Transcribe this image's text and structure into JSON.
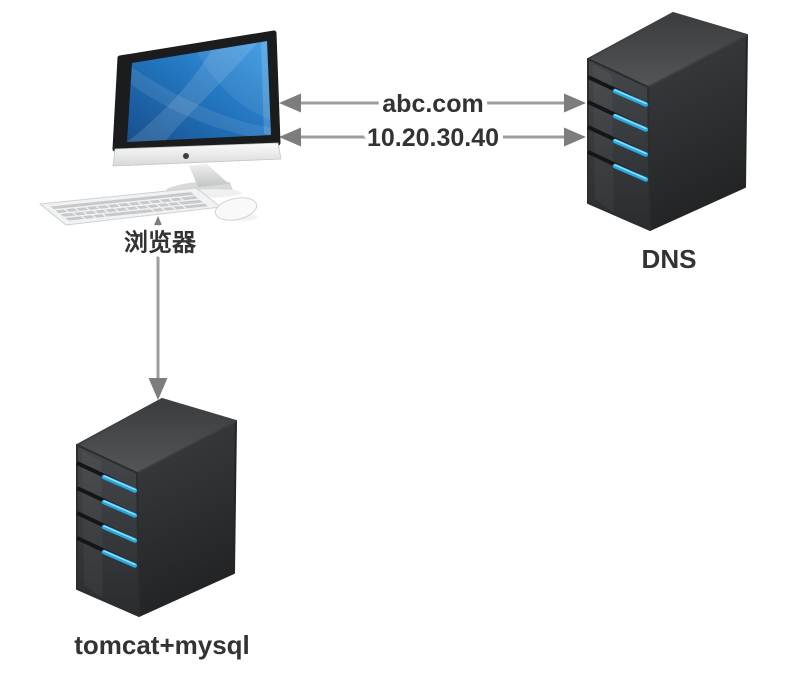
{
  "nodes": {
    "browser": {
      "label": "浏览器",
      "icon": "imac-computer-icon"
    },
    "dns_server": {
      "label": "DNS",
      "icon": "server-tower-icon"
    },
    "app_server": {
      "label": "tomcat+mysql",
      "icon": "server-tower-icon"
    }
  },
  "edges": {
    "domain_lookup": {
      "label": "abc.com",
      "from": "browser",
      "to": "dns_server",
      "arrows": "both"
    },
    "ip_response": {
      "label": "10.20.30.40",
      "from": "browser",
      "to": "dns_server",
      "arrows": "both"
    },
    "browser_to_app": {
      "from": "browser",
      "to": "app_server",
      "arrows": "both"
    }
  },
  "colors": {
    "background": "#ffffff",
    "arrow_line": "#9d9d9d",
    "arrow_head": "#7d7d7d",
    "label_text": "#333333",
    "server_led": "#29a8e0",
    "server_led_highlight": "#8edcfa",
    "screen_blue": "#2579c4"
  }
}
